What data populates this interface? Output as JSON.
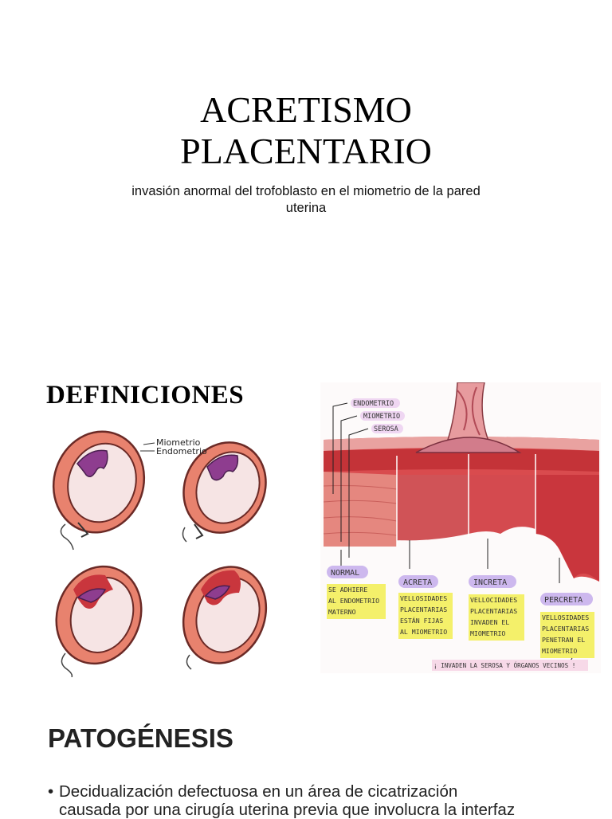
{
  "slide": {
    "title_line1": "ACRETISMO",
    "title_line2": "PLACENTARIO",
    "subtitle_line1": "invasión anormal del trofoblasto en el miometrio de la pared",
    "subtitle_line2": "uterina"
  },
  "definitions": {
    "heading": "DEFINICIONES",
    "uterus_figure": {
      "label_myometrium": "Miometrio",
      "label_endometrium": "Endometrio"
    },
    "layers_figure": {
      "layer_labels": [
        "ENDOMETRIO",
        "MIOMETRIO",
        "SEROSA"
      ],
      "types": [
        {
          "name": "NORMAL",
          "desc": [
            "SE ADHIERE",
            "AL ENDOMETRIO",
            "MATERNO"
          ]
        },
        {
          "name": "ACRETA",
          "desc": [
            "VELLOSIDADES",
            "PLACENTARIAS",
            "ESTÁN FIJAS",
            "AL MIOMETRIO"
          ]
        },
        {
          "name": "INCRETA",
          "desc": [
            "VELLOCIDADES",
            "PLACENTARIAS",
            "INVADEN EL",
            "MIOMETRIO"
          ]
        },
        {
          "name": "PERCRETA",
          "desc": [
            "VELLOSIDADES",
            "PLACENTARIAS",
            "PENETRAN EL",
            "MIOMETRIO"
          ]
        }
      ],
      "footer_note": "¡ INVADEN LA SEROSA Y ÓRGANOS VECINOS !"
    }
  },
  "pathogenesis": {
    "heading": "PATOGÉNESIS",
    "bullet_symbol": "•",
    "bullet_line1": "Decidualización defectuosa en un área de cicatrización",
    "bullet_line2": "causada por una cirugía uterina previa que involucra la interfaz"
  },
  "colors": {
    "uterus_wall": "#e8826e",
    "myometrium": "#c9363d",
    "placenta": "#8e3d8f",
    "highlight_yellow": "#f4f06a",
    "badge_purple": "#cdb8ee"
  }
}
